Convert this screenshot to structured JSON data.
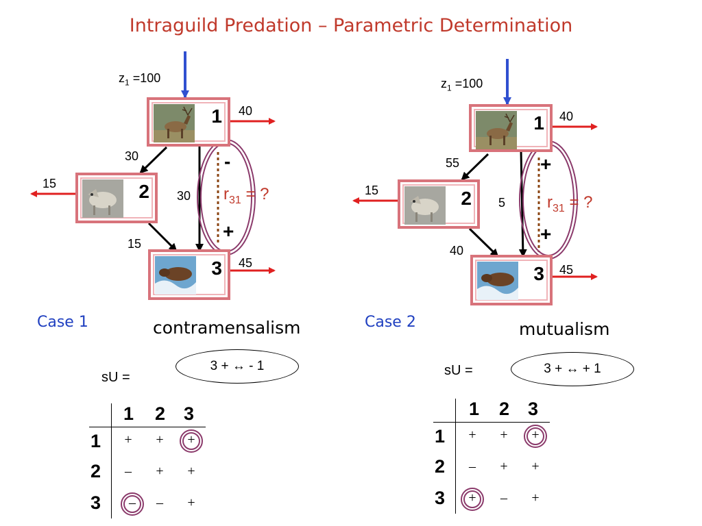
{
  "title": "Intraguild Predation – Parametric Determination",
  "colors": {
    "red": "#e02020",
    "blue": "#3050d0",
    "brown": "#8b4513",
    "purple": "#8b3a6b",
    "node_border": "#d8737b"
  },
  "icons": {
    "elk": "elk-image",
    "wolf": "wolf-image",
    "bear": "bear-image"
  },
  "case1": {
    "input": {
      "var": "z",
      "sub": "1",
      "value": " =100"
    },
    "nodes": [
      "1",
      "2",
      "3"
    ],
    "flows": {
      "out1": "40",
      "a12": "30",
      "a13": "30",
      "out2": "15",
      "a23": "15",
      "out3": "45"
    },
    "sign_top": "-",
    "sign_bottom": "+",
    "r_label": {
      "main": "r",
      "sub": "31",
      "tail": " = ?"
    },
    "case_label": "Case 1",
    "interaction": "contramensalism",
    "su_label": "sU =",
    "relation": "3 +  ↔  - 1",
    "matrix": {
      "cols": [
        "1",
        "2",
        "3"
      ],
      "rows": [
        "1",
        "2",
        "3"
      ],
      "cells": [
        [
          "+",
          "+",
          "+"
        ],
        [
          "–",
          "+",
          "+"
        ],
        [
          "–",
          "–",
          "+"
        ]
      ]
    }
  },
  "case2": {
    "input": {
      "var": "z",
      "sub": "1",
      "value": " =100"
    },
    "nodes": [
      "1",
      "2",
      "3"
    ],
    "flows": {
      "out1": "40",
      "a12": "55",
      "a13": "5",
      "out2": "15",
      "a23": "40",
      "out3": "45"
    },
    "sign_top": "+",
    "sign_bottom": "+",
    "r_label": {
      "main": "r",
      "sub": "31",
      "tail": " = ?"
    },
    "case_label": "Case 2",
    "interaction": "mutualism",
    "su_label": "sU =",
    "relation": "3 +  ↔  + 1",
    "matrix": {
      "cols": [
        "1",
        "2",
        "3"
      ],
      "rows": [
        "1",
        "2",
        "3"
      ],
      "cells": [
        [
          "+",
          "+",
          "+"
        ],
        [
          "–",
          "+",
          "+"
        ],
        [
          "+",
          "–",
          "+"
        ]
      ]
    }
  }
}
